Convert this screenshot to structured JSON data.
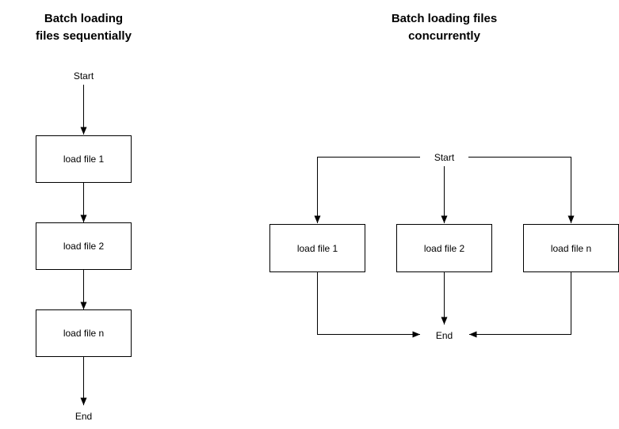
{
  "colors": {
    "background": "#ffffff",
    "line": "#000000",
    "text": "#000000",
    "node_fill": "#ffffff",
    "node_border": "#000000"
  },
  "sequential_diagram": {
    "title": "Batch loading\nfiles sequentially",
    "start_label": "Start",
    "end_label": "End",
    "boxes": [
      {
        "label": "load file 1"
      },
      {
        "label": "load file 2"
      },
      {
        "label": "load file n"
      }
    ]
  },
  "concurrent_diagram": {
    "title": "Batch loading files\nconcurrently",
    "start_label": "Start",
    "end_label": "End",
    "boxes": [
      {
        "label": "load file 1"
      },
      {
        "label": "load file 2"
      },
      {
        "label": "load file n"
      }
    ]
  }
}
